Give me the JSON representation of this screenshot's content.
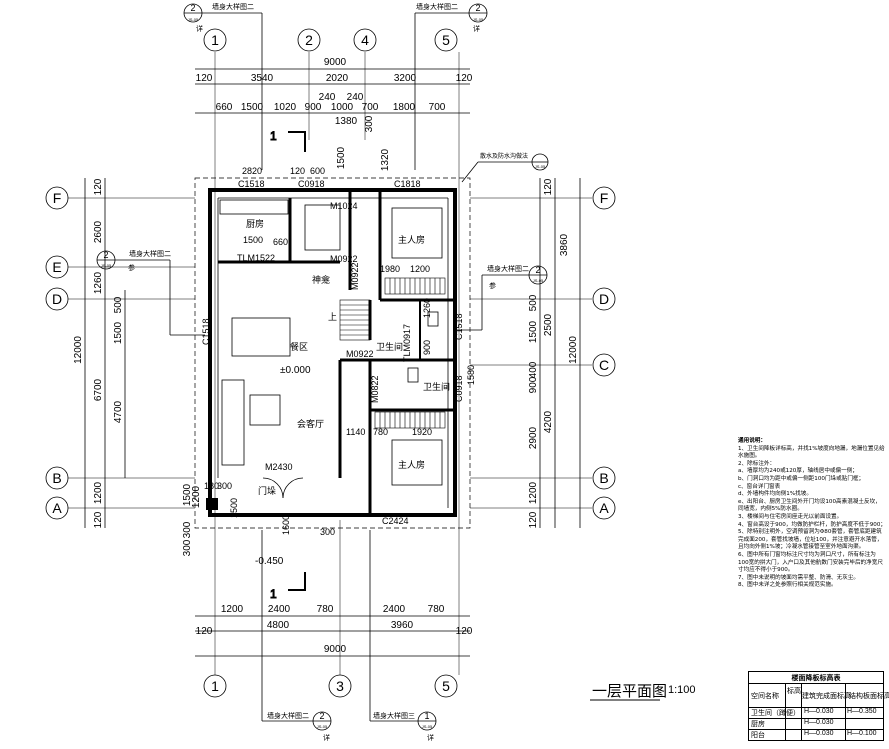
{
  "title": {
    "main": "一层平面图",
    "scale": "1:100"
  },
  "axes": {
    "top": [
      "1",
      "2",
      "4",
      "5"
    ],
    "bottom": [
      "1",
      "3",
      "5"
    ],
    "left": [
      "F",
      "E",
      "D",
      "B",
      "A"
    ],
    "right": [
      "F",
      "D",
      "C",
      "B",
      "A"
    ]
  },
  "detail_refs": {
    "label_2": "墙身大样图二",
    "label_3": "墙身大样图三",
    "num_2": "2",
    "num_1": "1",
    "sheet": "JS-05",
    "xiang": "详",
    "can": "参",
    "top_right_note": "散水及防水沟做法",
    "section_mark": "1"
  },
  "dims_top": {
    "overall": "9000",
    "row1": [
      "120",
      "3540",
      "2020",
      "3200",
      "120"
    ],
    "row2": [
      "660",
      "1500",
      "1020",
      "900",
      "1000",
      "700",
      "1800",
      "700"
    ],
    "extra": [
      "240",
      "240",
      "1380",
      "300",
      "1320",
      "1500"
    ]
  },
  "dims_bottom": {
    "overall": "9000",
    "row1": [
      "1200",
      "2400",
      "780",
      "2400",
      "780"
    ],
    "row2": [
      "120",
      "4800",
      "3960",
      "120"
    ]
  },
  "dims_left": {
    "overall": "12000",
    "seg": [
      "120",
      "2600",
      "1260",
      "6700",
      "1200",
      "120"
    ],
    "sub": [
      "1500",
      "4700",
      "500",
      "1500",
      "1200",
      "300",
      "300"
    ]
  },
  "dims_right": {
    "overall": "12000",
    "seg": [
      "120",
      "3860",
      "2500",
      "1500",
      "900",
      "4200",
      "2900",
      "1200",
      "120"
    ],
    "sub": [
      "400",
      "500"
    ]
  },
  "rooms": {
    "kitchen": "厨房",
    "kitchen_dim": "1500",
    "shrine": "神龛",
    "dining": "餐区",
    "living": "会客厅",
    "bath1": "卫生间",
    "bath2": "卫生间",
    "master1": "主人房",
    "master2": "主人房",
    "up": "上",
    "level": "±0.000",
    "level_out": "-0.450"
  },
  "doors_windows": {
    "c1518a": "C1518",
    "c0918a": "C0918",
    "c1818": "C1818",
    "m1024": "M1024",
    "tlm1522": "TLM1522",
    "m0922a": "M0922",
    "m0922b": "M0922",
    "m0922c": "M0922",
    "c1518b": "C1518",
    "c1518c": "C1518",
    "tlm0917": "TLM0917",
    "m0822": "M0822",
    "c0918b": "C0918",
    "m2430": "M2430",
    "c2424": "C2424",
    "menduo": "门垛",
    "d2820": "2820",
    "d120": "120",
    "d600": "600",
    "d660": "660",
    "d1980": "1980",
    "d1200": "1200",
    "d1140": "1140",
    "d780": "780",
    "d1920": "1920",
    "d1580": "1580",
    "d900": "900",
    "d1260": "1260",
    "d1180": "180",
    "d300": "300",
    "d1500": "1500",
    "d1600": "1600",
    "d300b": "300"
  },
  "notes": {
    "heading": "通用说明：",
    "lines": [
      "1、卫生间降板详标高，并找1%坡度向地漏，地漏位置见给水施图。",
      "2、除标注外：",
      "a、墙厚均为240或120厚，轴线居中或偏一侧；",
      "b、门洞口均为距中或偏一侧距100门垛或贴门框；",
      "c、窗台详门窗表",
      "d、外墙构件均向侧1%找坡。",
      "e、出阳台、厨房卫生间外开门均设100高素混凝土反坎，同墙宽，内侧5%防水圈。",
      "3、楼梯间与住宅房间座走光以前面设置。",
      "4、窗台高设于900，均做防护栏杆，防护高度不低于900；",
      "5、除特别注明外，空调预留洞为Φ80套管，套管底距建筑完成面200，套管找坡墙，位址100，并注意避开水落管，且均向外侧1%坡；冷凝水管接管至室外地面沟渠。",
      "6、图中所有门窗均标注尺寸均为洞口尺寸，所有标注为100宽的拼大门，入户口及其他航数门安装完毕后的净宽尺寸均应不得小于900。",
      "7、图中未说明的坡面均需平整、防滑、无灰尘。",
      "8、图中未详之处参照行相关规范实施。"
    ]
  },
  "level_table": {
    "title": "楼面降板标高表",
    "headers": [
      "空间名称",
      "标高",
      "建筑完成面标高",
      "结构板面标高"
    ],
    "rows": [
      [
        "卫生间（蹲便）",
        "H—0.030",
        "H—0.350"
      ],
      [
        "厨房",
        "H—0.030",
        ""
      ],
      [
        "阳台",
        "H—0.030",
        "H—0.100"
      ]
    ]
  }
}
